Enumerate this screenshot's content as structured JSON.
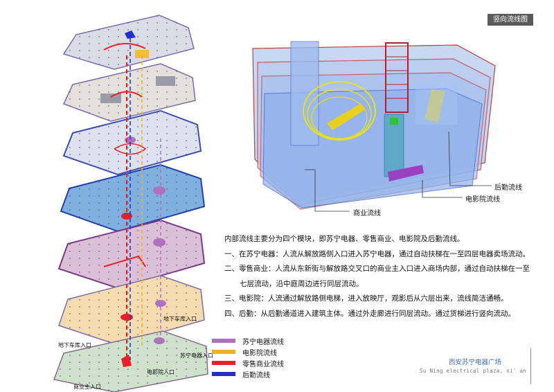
{
  "header": {
    "title": "竖向流线图"
  },
  "callouts": {
    "commerce": "商业流线",
    "cinema": "电影院流线",
    "logistics": "后勤流线"
  },
  "floor_labels": {
    "garage_right": "地下车库入口",
    "garage_left": "地下车库入口",
    "suning_entry": "苏宁电器入口",
    "cinema_entry": "电影院入口",
    "commercial_main": "商业主入口"
  },
  "description": {
    "intro": "内部流线主要分为四个模块，即苏宁电器、零售商业、电影院及后勤流线。",
    "item1": "一、在苏宁电器：人流从解放路侧入口进入苏宁电器，通过自动扶梯在一至四层电器卖场流动。",
    "item2a": "二、零售商业：人流从东新街与解放路交叉口的商业主入口进入商场内部，通过自动扶梯在一至",
    "item2b": "七层流动，沿中庭周边进行同层流动。",
    "item3": "三、电影院：人流通过解放路侧电梯，进入放映厅，观影后从六层出来，流线简洁通畅。",
    "item4": "四、后勤：从后勤通道进入建筑主体。通过外走廊进行同层流动。通过货梯进行竖向流动。"
  },
  "legend": [
    {
      "label": "苏宁电器流线",
      "color": "#b070c0"
    },
    {
      "label": "电影院流线",
      "color": "#f0b020"
    },
    {
      "label": "零售商业流线",
      "color": "#e8202a"
    },
    {
      "label": "后勤流线",
      "color": "#2030c8"
    }
  ],
  "project": {
    "title": "西安苏宁电器广场",
    "subtitle": "Su Ning electrical plaza, xi' an"
  },
  "colors": {
    "suning": "#b070c0",
    "cinema": "#f0b020",
    "retail": "#e8202a",
    "logistics": "#2030c8"
  }
}
